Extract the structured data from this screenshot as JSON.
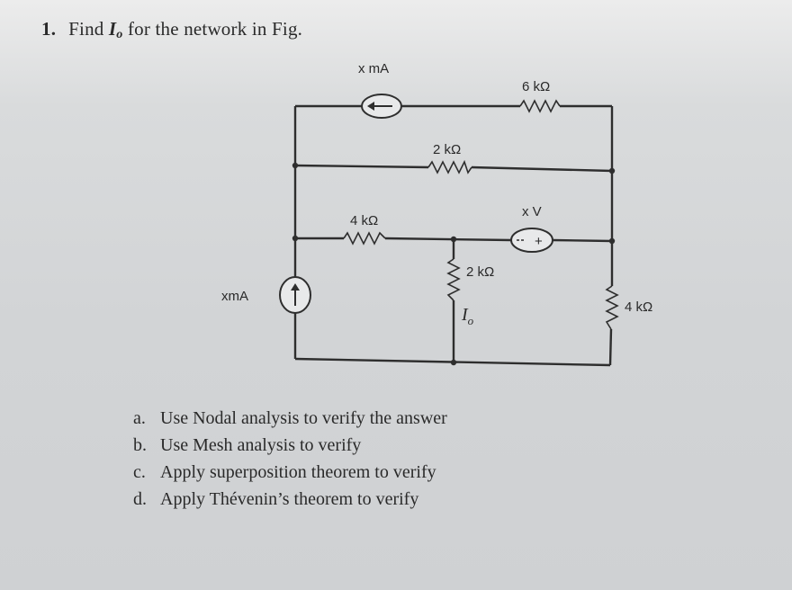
{
  "question": {
    "number": "1.",
    "text_before": "Find ",
    "symbol": "I",
    "subscript": "o",
    "text_after": " for the network in Fig."
  },
  "circuit": {
    "current_source_top_label": "x mA",
    "resistor_6k_label": "6 kΩ",
    "resistor_2k_top_label": "2 kΩ",
    "resistor_4k_middle_label": "4 kΩ",
    "voltage_source_label": "x V",
    "voltage_source_polarity": "+",
    "resistor_2k_vertical_label": "2 kΩ",
    "current_io_symbol": "I",
    "current_io_subscript": "o",
    "current_source_left_label": "xmA",
    "resistor_4k_right_label": "4 kΩ"
  },
  "tasks": [
    {
      "letter": "a.",
      "text": "Use Nodal analysis to verify the answer"
    },
    {
      "letter": "b.",
      "text": "Use Mesh analysis to verify"
    },
    {
      "letter": "c.",
      "text": "Apply superposition theorem to verify"
    },
    {
      "letter": "d.",
      "text": "Apply Thévenin’s theorem to verify"
    }
  ]
}
